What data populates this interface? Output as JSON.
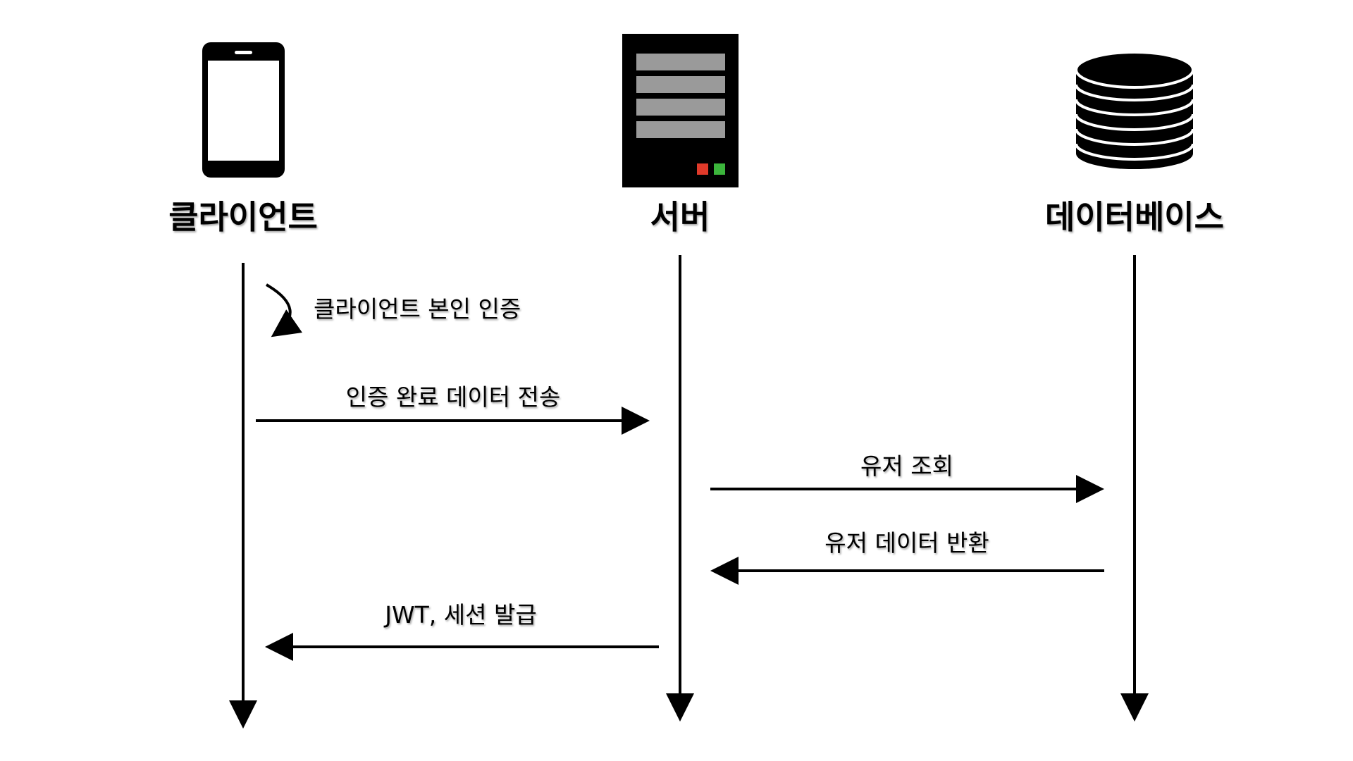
{
  "actors": {
    "client": {
      "label": "클라이언트",
      "icon": "smartphone-icon"
    },
    "server": {
      "label": "서버",
      "icon": "server-icon"
    },
    "database": {
      "label": "데이터베이스",
      "icon": "database-icon"
    }
  },
  "messages": {
    "client_self_auth": "클라이언트 본인 인증",
    "auth_complete": "인증 완료 데이터 전송",
    "user_lookup": "유저 조회",
    "user_return": "유저 데이터 반환",
    "jwt_issue": "JWT, 세션 발급"
  },
  "colors": {
    "line": "#000000",
    "server_panel": "#9a9a9a",
    "led_red": "#e03a2a",
    "led_green": "#3cb53c",
    "background": "#ffffff"
  }
}
